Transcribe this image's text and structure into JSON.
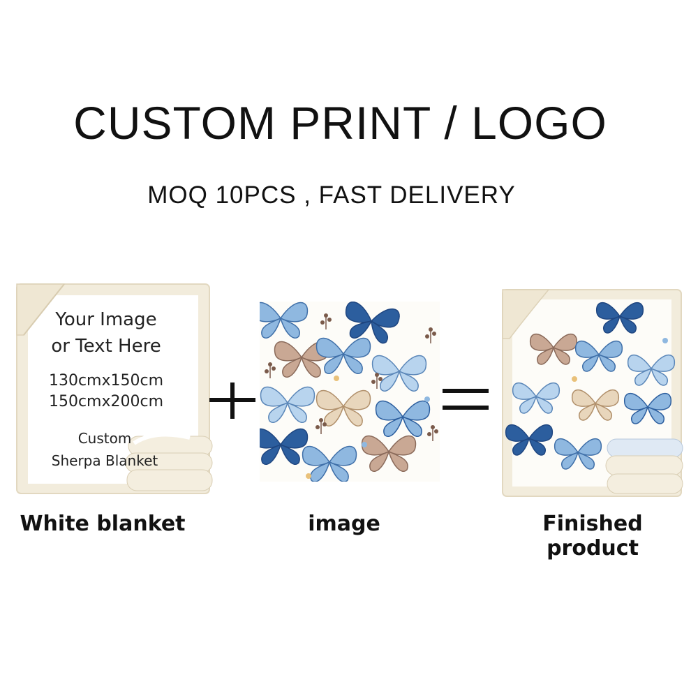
{
  "header": {
    "title": "CUSTOM PRINT / LOGO",
    "subtitle": "MOQ 10PCS , FAST DELIVERY"
  },
  "blank_blanket": {
    "line1": "Your Image",
    "line2": "or Text Here",
    "size1": "130cmx150cm",
    "size2": "150cmx200cm",
    "label1": "Custom",
    "label2": "Sherpa Blanket",
    "caption": "White blanket"
  },
  "image_panel": {
    "caption": "image"
  },
  "finished_panel": {
    "caption": "Finished product"
  },
  "operators": {
    "plus": "+",
    "equals": "="
  },
  "colors": {
    "sherpa": "#f2ecdc",
    "sherpa_shadow": "#ddd2b8",
    "butterfly_dark": "#2c5e9e",
    "butterfly_light": "#8fb8e0",
    "butterfly_tan": "#c9a894",
    "sprig": "#7a5a4a"
  }
}
